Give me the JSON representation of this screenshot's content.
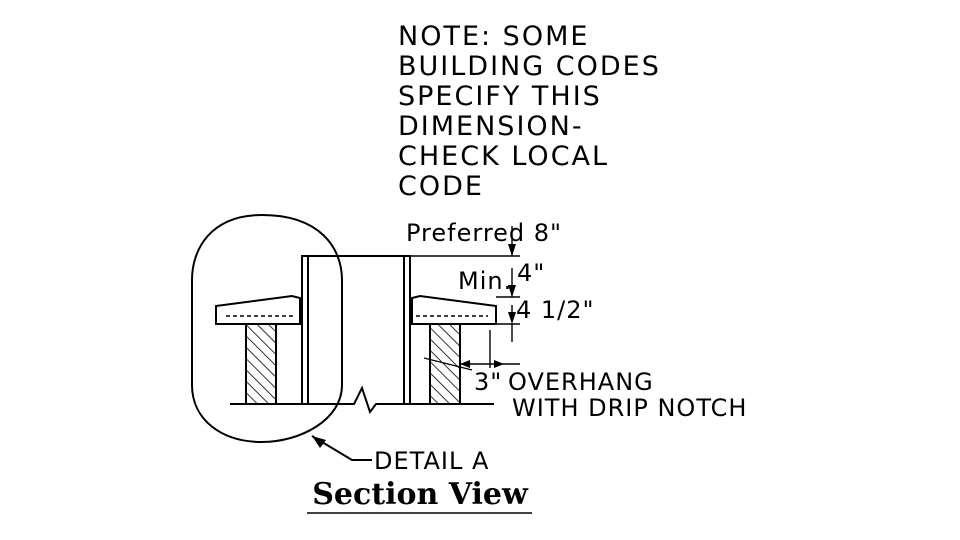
{
  "note": {
    "lines": [
      "NOTE: SOME",
      "BUILDING CODES",
      "SPECIFY THIS",
      "DIMENSION-",
      "CHECK LOCAL",
      "CODE"
    ]
  },
  "dimensions": {
    "preferred": "Preferred 8\"",
    "minimum_prefix": "Min.",
    "minimum_value": "4\"",
    "thickness": "4 1/2\"",
    "overhang_value": "3\"",
    "overhang_line1": "OVERHANG",
    "overhang_line2": "WITH DRIP NOTCH"
  },
  "detail_label": "DETAIL A",
  "title": "Section View"
}
